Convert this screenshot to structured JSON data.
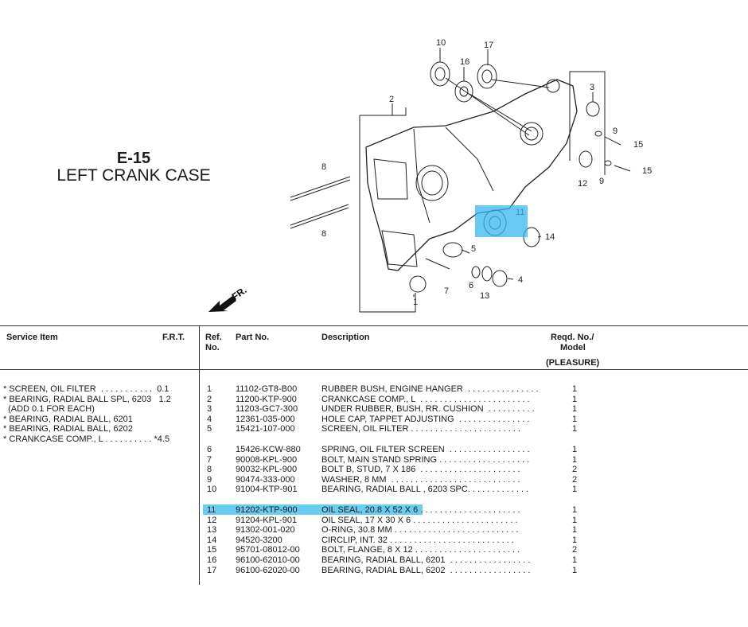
{
  "header": {
    "code": "E-15",
    "title": "LEFT CRANK CASE"
  },
  "diagram": {
    "fr_label": "FR.",
    "callouts": [
      "10",
      "17",
      "16",
      "2",
      "3",
      "9",
      "15",
      "15",
      "9",
      "12",
      "8",
      "8",
      "11",
      "14",
      "5",
      "4",
      "6",
      "13",
      "7",
      "1"
    ]
  },
  "table": {
    "headers": {
      "service_item": "Service Item",
      "frt": "F.R.T.",
      "ref_line1": "Ref.",
      "ref_line2": "No.",
      "part_no": "Part No.",
      "description": "Description",
      "reqd_line1": "Reqd. No./",
      "reqd_line2": "Model",
      "model": "(PLEASURE)"
    },
    "service_items": [
      "* SCREEN, OIL FILTER  . . . . . . . . . . .  0.1",
      "* BEARING, RADIAL BALL SPL, 6203   1.2",
      "  (ADD 0.1 FOR EACH)",
      "* BEARING, RADIAL BALL, 6201",
      "* BEARING, RADIAL BALL, 6202",
      "* CRANKCASE COMP., L . . . . . . . . . . *4.5"
    ],
    "rows": [
      {
        "ref": "1",
        "part": "11102-GT8-B00",
        "desc": "RUBBER BUSH, ENGINE HANGER  . . . . . . . . . . . . . . .",
        "qty": "1"
      },
      {
        "ref": "2",
        "part": "11200-KTP-900",
        "desc": "CRANKCASE COMP., L  . . . . . . . . . . . . . . . . . . . . . . .",
        "qty": "1"
      },
      {
        "ref": "3",
        "part": "11203-GC7-300",
        "desc": "UNDER RUBBER, BUSH, RR. CUSHION  . . . . . . . . . .",
        "qty": "1"
      },
      {
        "ref": "4",
        "part": "12361-035-000",
        "desc": "HOLE CAP, TAPPET ADJUSTING  . . . . . . . . . . . . . . .",
        "qty": "1"
      },
      {
        "ref": "5",
        "part": "15421-107-000",
        "desc": "SCREEN, OIL FILTER . . . . . . . . . . . . . . . . . . . . . . .",
        "qty": "1"
      },
      {
        "ref": "6",
        "part": "15426-KCW-880",
        "desc": "SPRING, OIL FILTER SCREEN  . . . . . . . . . . . . . . . . .",
        "qty": "1"
      },
      {
        "ref": "7",
        "part": "90008-KPL-900",
        "desc": "BOLT, MAIN STAND SPRING . . . . . . . . . . . . . . . . . . .",
        "qty": "1"
      },
      {
        "ref": "8",
        "part": "90032-KPL-900",
        "desc": "BOLT B, STUD, 7 X 186  . . . . . . . . . . . . . . . . . . . . .",
        "qty": "2"
      },
      {
        "ref": "9",
        "part": "90474-333-000",
        "desc": "WASHER, 8 MM  . . . . . . . . . . . . . . . . . . . . . . . . . . .",
        "qty": "2"
      },
      {
        "ref": "10",
        "part": "91004-KTP-901",
        "desc": "BEARING, RADIAL BALL , 6203 SPC. . . . . . . . . . . . .",
        "qty": "1"
      },
      {
        "ref": "11",
        "part": "91202-KTP-900",
        "desc": "OIL SEAL, 20.8 X 52 X 6 . . . . . . . . . . . . . . . . . . . . .",
        "qty": "1"
      },
      {
        "ref": "12",
        "part": "91204-KPL-901",
        "desc": "OIL SEAL, 17 X 30 X 6 . . . . . . . . . . . . . . . . . . . . . .",
        "qty": "1"
      },
      {
        "ref": "13",
        "part": "91302-001-020",
        "desc": "O-RING, 30.8 MM . . . . . . . . . . . . . . . . . . . . . . . . . .",
        "qty": "1"
      },
      {
        "ref": "14",
        "part": "94520-3200",
        "desc": "CIRCLIP, INT. 32 . . . . . . . . . . . . . . . . . . . . . . . . . .",
        "qty": "1"
      },
      {
        "ref": "15",
        "part": "95701-08012-00",
        "desc": "BOLT, FLANGE, 8 X 12 . . . . . . . . . . . . . . . . . . . . . .",
        "qty": "2"
      },
      {
        "ref": "16",
        "part": "96100-62010-00",
        "desc": "BEARING, RADIAL BALL, 6201  . . . . . . . . . . . . . . . . .",
        "qty": "1"
      },
      {
        "ref": "17",
        "part": "96100-62020-00",
        "desc": "BEARING, RADIAL BALL, 6202  . . . . . . . . . . . . . . . . .",
        "qty": "1"
      }
    ]
  }
}
